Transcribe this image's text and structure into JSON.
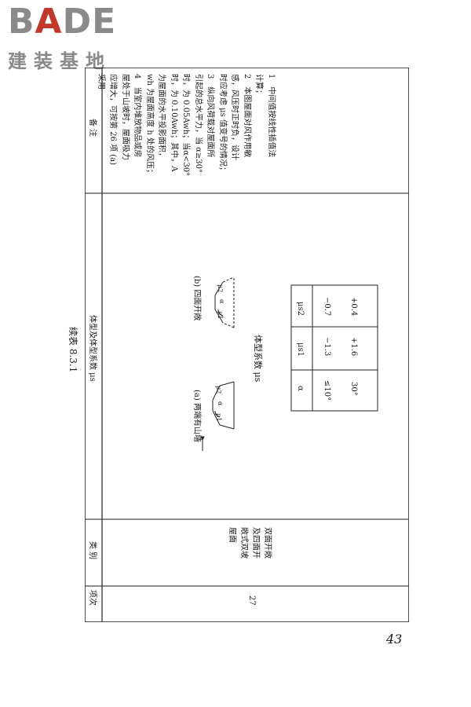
{
  "logo": {
    "text_part1": "B",
    "text_accent": "A",
    "text_part2": "DE",
    "subtitle": "建装基地"
  },
  "caption": "续表 8.3.1",
  "headers": {
    "item_no": "项次",
    "category": "类 别",
    "shape_coeff": "体型及体型系数 μs",
    "notes": "备 注"
  },
  "row": {
    "item_no": "27",
    "category_lines": [
      "双面开敞",
      "及四面开",
      "敞式双坡",
      "屋面"
    ],
    "figure_a_label": "(a) 两端有山墙",
    "figure_b_label": "(b) 四面开敞",
    "mu1": "μ1",
    "mu2": "μ2",
    "alpha": "α",
    "coeff_title": "体型系数 μs",
    "coeff_table": {
      "headers": [
        "α",
        "μs1",
        "μs2"
      ],
      "rows": [
        [
          "≤10°",
          "−1.3",
          "−0.7"
        ],
        [
          "30°",
          "+1.6",
          "+0.4"
        ]
      ]
    },
    "notes_lines": [
      "1　中间值按线性插值法",
      "计算；",
      "2　本图屋面对风作用敏",
      "感，风压时正时负，设计",
      "时应考虑 μs 值变号的情况；",
      "3　纵向风荷载对屋面所",
      "引起的总水平力，当 α≥30°",
      "时，为 0.05Awh；当α<30°",
      "时，为 0.10Awh；其中，A",
      "为屋面的水平投影面积，",
      "wh 为屋面高度 h 处的风压；",
      "4　当室内堆放物品或房",
      "屋处于山坡时，屋面吸力",
      "应增大，可按第 26 项 (a)",
      "采用"
    ]
  },
  "page_number": "43"
}
